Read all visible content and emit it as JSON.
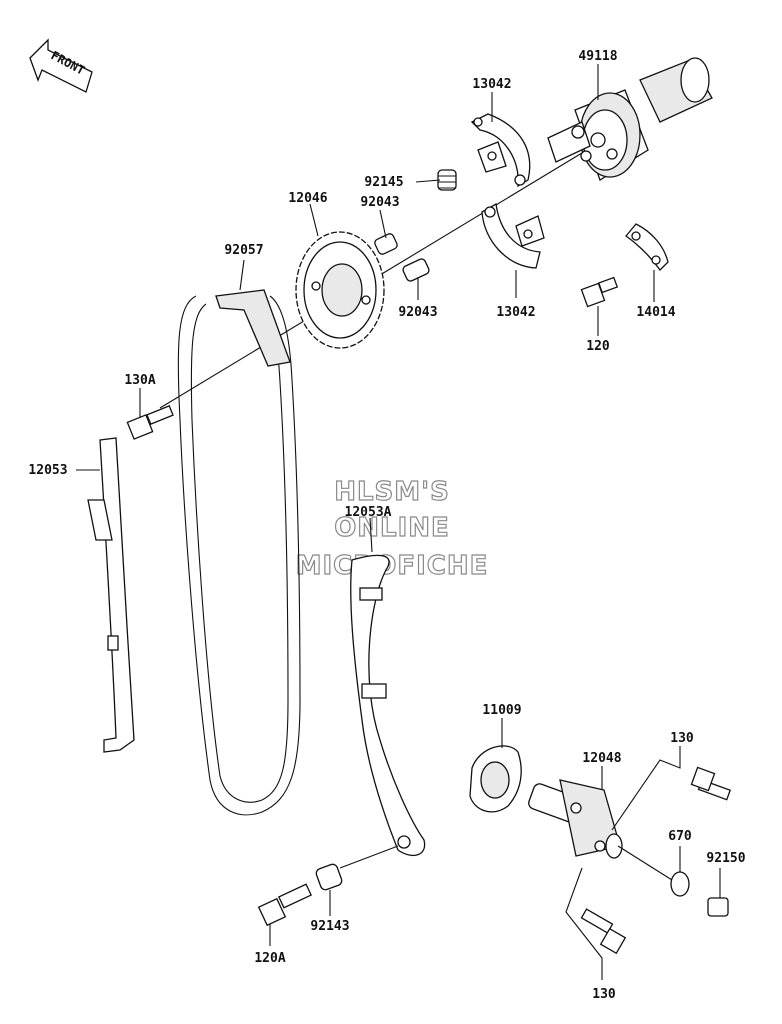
{
  "front_arrow": {
    "label": "FRONT"
  },
  "watermark": {
    "line1": "HLSM'S",
    "line2": "ONLINE",
    "line3": "MICROFICHE"
  },
  "labels": {
    "p49118": "49118",
    "p13042_top": "13042",
    "p92145": "92145",
    "p12046": "12046",
    "p92043_top": "92043",
    "p92057": "92057",
    "p92043_mid": "92043",
    "p13042_bot": "13042",
    "p14014": "14014",
    "p120": "120",
    "p130A": "130A",
    "p12053": "12053",
    "p12053A": "12053A",
    "p11009": "11009",
    "p12048": "12048",
    "p130_top": "130",
    "p670": "670",
    "p92150": "92150",
    "p92143": "92143",
    "p120A": "120A",
    "p130_bot": "130"
  }
}
